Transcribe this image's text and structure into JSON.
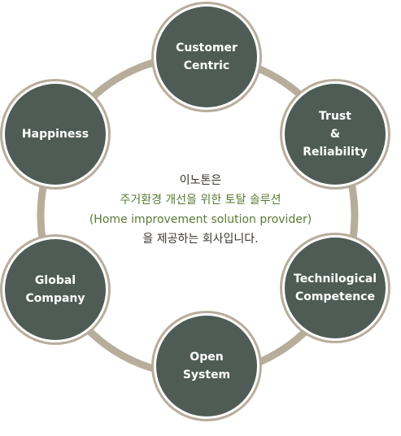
{
  "colors": {
    "ring": "#b7ad9b",
    "node_fill": "#4f5c56",
    "node_border": "#ffffff",
    "node_outline": "#b7ad9b",
    "text_dark": "#3a352f",
    "text_accent": "#5a7a32"
  },
  "nodes": [
    {
      "id": "customer-centric",
      "lines": [
        "Customer",
        "Centric"
      ]
    },
    {
      "id": "trust-reliability",
      "lines": [
        "Trust",
        "&",
        "Reliability"
      ]
    },
    {
      "id": "technological-competence",
      "lines": [
        "Technilogical",
        "Competence"
      ]
    },
    {
      "id": "open-system",
      "lines": [
        "Open",
        "System"
      ]
    },
    {
      "id": "global-company",
      "lines": [
        "Global",
        "Company"
      ]
    },
    {
      "id": "happiness",
      "lines": [
        "Happiness"
      ]
    }
  ],
  "center": {
    "line1": "이노톤은",
    "line2": "주거환경 개선을 위한 토탈 솔루션",
    "line3": "(Home improvement solution provider)",
    "line4": "을 제공하는 회사입니다."
  }
}
